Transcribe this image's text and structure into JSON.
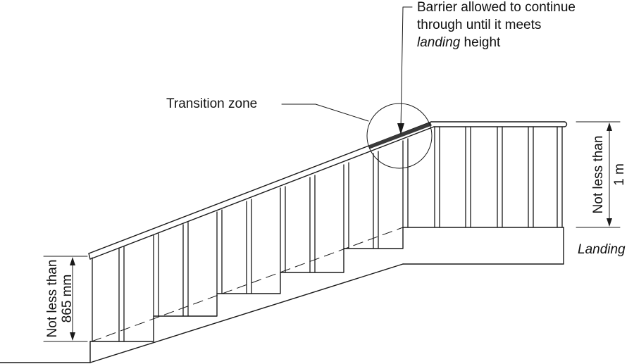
{
  "labels": {
    "barrier_note_line1": "Barrier allowed to continue",
    "barrier_note_line2": "through until it meets",
    "barrier_note_line3_italic": "landing",
    "barrier_note_line3_rest": " height",
    "transition_zone": "Transition zone",
    "right_dim_line1": "Not less than",
    "right_dim_line2": "1 m",
    "left_dim_line1": "Not less than",
    "left_dim_line2": "865 mm",
    "landing": "Landing"
  },
  "colors": {
    "ink": "#1a1a1a",
    "handrail_highlight": "#3a3a3a",
    "background": "#ffffff"
  }
}
